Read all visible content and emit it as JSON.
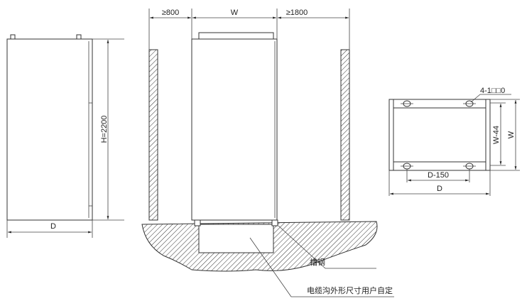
{
  "front_view": {
    "height_label": "H=2200",
    "depth_label": "D"
  },
  "install_view": {
    "left_clearance": "≥800",
    "width_label": "W",
    "right_clearance": "≥1800",
    "channel_steel_label": "槽钢",
    "trench_label": "电缆沟外形尺寸用户自定"
  },
  "base_plan": {
    "hole_label": "4-1□□0",
    "inner_width_label": "W-44",
    "width_label": "W",
    "hole_spacing_label": "D-150",
    "depth_label": "D"
  }
}
